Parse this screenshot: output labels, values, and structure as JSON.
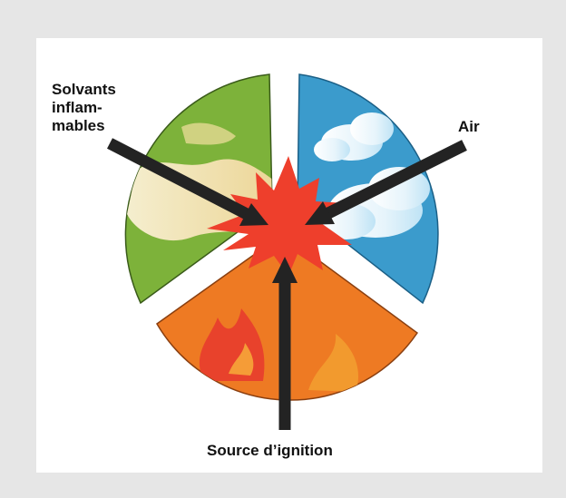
{
  "labels": {
    "flammable_solvents": "Solvants\ninflam-\nmables",
    "air": "Air",
    "ignition_source": "Source d’ignition"
  },
  "colors": {
    "page_background": "#e6e6e6",
    "panel_background": "#ffffff",
    "fuel_sector": "#7db23a",
    "fuel_highlight": "#f7e9c4",
    "air_sector": "#3b9bcc",
    "cloud": "#ffffff",
    "ignition_sector": "#ee7a23",
    "flame": "#e8422c",
    "burst": "#ee3f2c",
    "arrow": "#232323"
  }
}
